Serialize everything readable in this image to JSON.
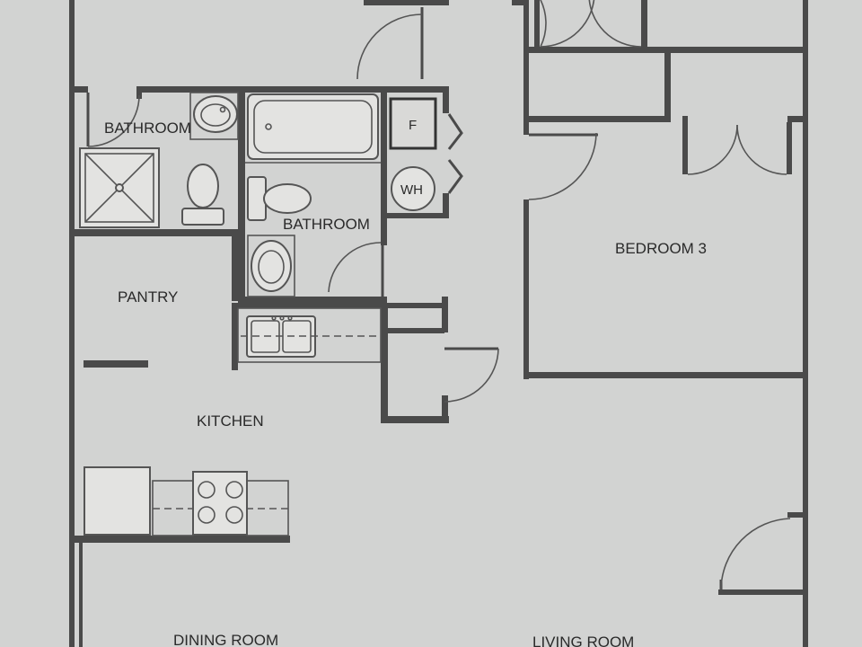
{
  "rooms": {
    "bathroom_1": "BATHROOM",
    "bathroom_2": "BATHROOM",
    "pantry": "PANTRY",
    "kitchen": "KITCHEN",
    "bedroom_3": "BEDROOM 3",
    "dining_room": "DINING ROOM",
    "living_room": "LIVING ROOM"
  },
  "fixtures": {
    "furnace": "F",
    "water_heater": "WH"
  },
  "colors": {
    "paper": "#cfd0cf",
    "wall": "#4a4a4a",
    "fixture": "#e3e3e1"
  }
}
